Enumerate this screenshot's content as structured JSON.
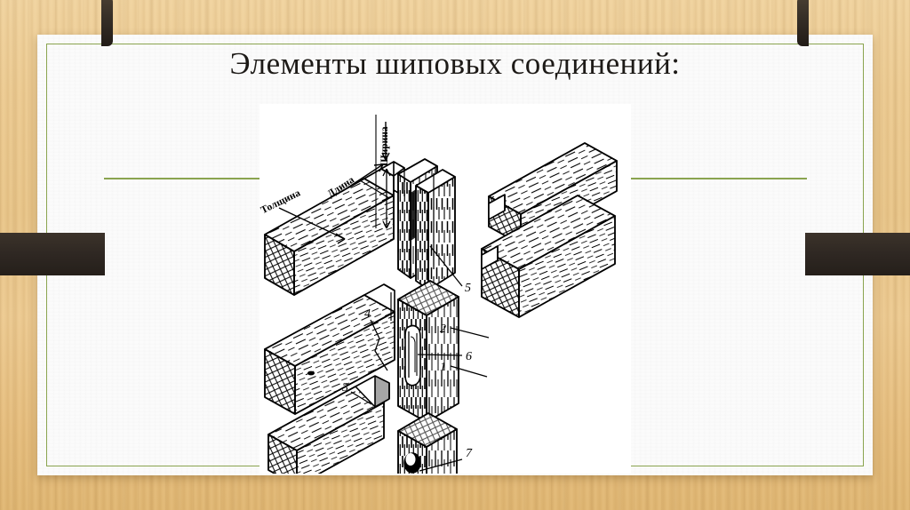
{
  "slide": {
    "title": "Элементы шиповых соединений:",
    "accent_color": "#8aa44f",
    "ribbon_color": "#2f2823",
    "background_color": "#e8c58a",
    "card_color": "#fbfbfb"
  },
  "figure": {
    "background_color": "#ffffff",
    "dimension_labels": [
      {
        "id": "thickness",
        "text": "Толщина"
      },
      {
        "id": "length",
        "text": "Длина"
      },
      {
        "id": "width",
        "text": "Ширина"
      }
    ],
    "callouts": [
      {
        "id": "callout-1",
        "text": "1"
      },
      {
        "id": "callout-2",
        "text": "2"
      },
      {
        "id": "callout-3",
        "text": "3"
      },
      {
        "id": "callout-4",
        "text": "4"
      },
      {
        "id": "callout-5",
        "text": "5"
      },
      {
        "id": "callout-6",
        "text": "6"
      },
      {
        "id": "callout-7",
        "text": "7"
      }
    ]
  }
}
